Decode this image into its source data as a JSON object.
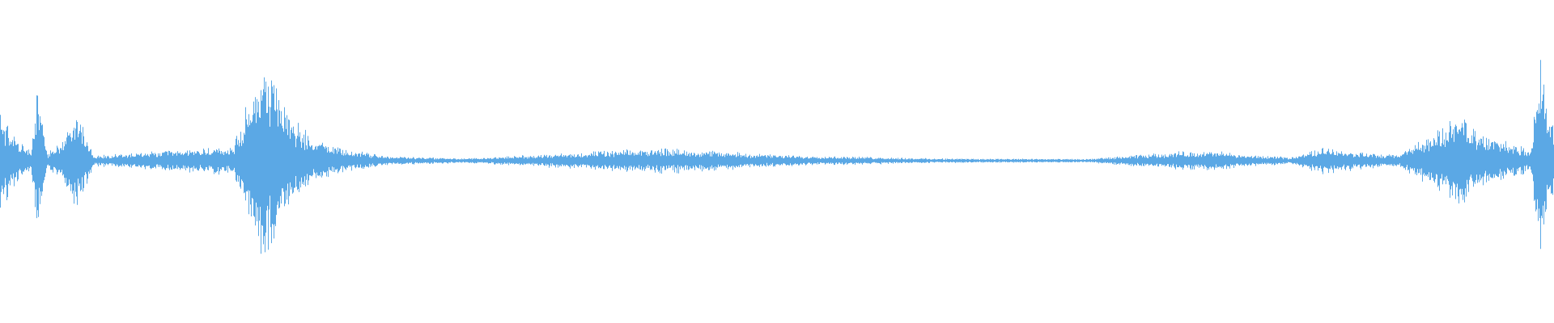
{
  "waveform": {
    "color": "#5BA8E5",
    "background": "#ffffff"
  },
  "chart_data": {
    "type": "waveform",
    "x": [
      0.0,
      0.003,
      0.007,
      0.01,
      0.013,
      0.02,
      0.024,
      0.03,
      0.04,
      0.049,
      0.06,
      0.08,
      0.1,
      0.15,
      0.17,
      0.174,
      0.18,
      0.19,
      0.2,
      0.22,
      0.25,
      0.3,
      0.43,
      0.44,
      0.5,
      0.6,
      0.7,
      0.76,
      0.785,
      0.8,
      0.83,
      0.853,
      0.87,
      0.891,
      0.9,
      0.942,
      0.95,
      0.985,
      0.99,
      0.9895,
      0.995,
      1.0
    ],
    "amplitude": [
      0.45,
      0.35,
      0.28,
      0.2,
      0.14,
      0.1,
      0.62,
      0.06,
      0.2,
      0.45,
      0.05,
      0.06,
      0.08,
      0.12,
      0.95,
      0.72,
      0.6,
      0.35,
      0.2,
      0.1,
      0.04,
      0.02,
      0.11,
      0.1,
      0.05,
      0.02,
      0.015,
      0.08,
      0.08,
      0.05,
      0.03,
      0.12,
      0.08,
      0.05,
      0.06,
      0.4,
      0.25,
      0.1,
      0.95,
      0.85,
      0.5,
      0.3
    ]
  }
}
